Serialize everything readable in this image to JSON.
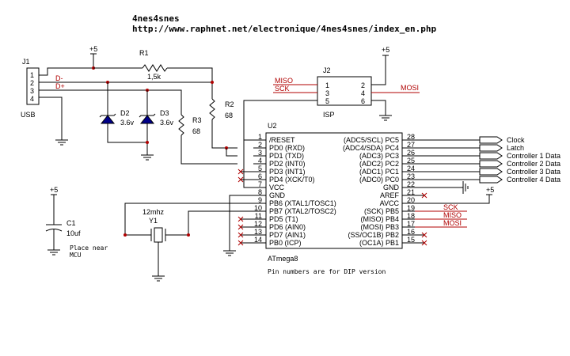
{
  "title": "4nes4snes",
  "url": "http://www.raphnet.net/electronique/4nes4snes/index_en.php",
  "supply_label": "+5",
  "j1": {
    "ref": "J1",
    "name": "USB",
    "pins": [
      "1",
      "2",
      "3",
      "4"
    ],
    "net_dminus": "D-",
    "net_dplus": "D+"
  },
  "r1": {
    "ref": "R1",
    "value": "1,5k"
  },
  "r2": {
    "ref": "R2",
    "value": "68"
  },
  "r3": {
    "ref": "R3",
    "value": "68"
  },
  "d2": {
    "ref": "D2",
    "value": "3.6v"
  },
  "d3": {
    "ref": "D3",
    "value": "3.6v"
  },
  "j2": {
    "ref": "J2",
    "name": "ISP",
    "pins": [
      "1",
      "2",
      "3",
      "4",
      "5",
      "6"
    ],
    "miso": "MISO",
    "sck": "SCK",
    "mosi": "MOSI"
  },
  "c1": {
    "ref": "C1",
    "value": "10uf",
    "note1": "Place near",
    "note2": "MCU"
  },
  "y1": {
    "ref": "Y1",
    "value": "12mhz"
  },
  "u2": {
    "ref": "U2",
    "name": "ATmega8",
    "note": "Pin numbers are for DIP version",
    "left": [
      {
        "num": "1",
        "label": "/RESET"
      },
      {
        "num": "2",
        "label": "PD0 (RXD)"
      },
      {
        "num": "3",
        "label": "PD1 (TXD)"
      },
      {
        "num": "4",
        "label": "PD2 (INT0)"
      },
      {
        "num": "5",
        "label": "PD3 (INT1)"
      },
      {
        "num": "6",
        "label": "PD4 (XCK/T0)"
      },
      {
        "num": "7",
        "label": "VCC"
      },
      {
        "num": "8",
        "label": "GND"
      },
      {
        "num": "9",
        "label": "PB6 (XTAL1/TOSC1)"
      },
      {
        "num": "10",
        "label": "PB7 (XTAL2/TOSC2)"
      },
      {
        "num": "11",
        "label": "PD5 (T1)"
      },
      {
        "num": "12",
        "label": "PD6 (AIN0)"
      },
      {
        "num": "13",
        "label": "PD7 (AIN1)"
      },
      {
        "num": "14",
        "label": "PB0 (ICP)"
      }
    ],
    "right": [
      {
        "num": "28",
        "label": "(ADC5/SCL) PC5"
      },
      {
        "num": "27",
        "label": "(ADC4/SDA) PC4"
      },
      {
        "num": "26",
        "label": "(ADC3) PC3"
      },
      {
        "num": "25",
        "label": "(ADC2) PC2"
      },
      {
        "num": "24",
        "label": "(ADC1) PC1"
      },
      {
        "num": "23",
        "label": "(ADC0) PC0"
      },
      {
        "num": "22",
        "label": "GND"
      },
      {
        "num": "21",
        "label": "AREF"
      },
      {
        "num": "20",
        "label": "AVCC"
      },
      {
        "num": "19",
        "label": "(SCK) PB5"
      },
      {
        "num": "18",
        "label": "(MISO) PB4"
      },
      {
        "num": "17",
        "label": "(MOSI) PB3"
      },
      {
        "num": "16",
        "label": "(SS/OC1B) PB2"
      },
      {
        "num": "15",
        "label": "(OC1A) PB1"
      }
    ]
  },
  "outputs": [
    "Clock",
    "Latch",
    "Controller 1 Data",
    "Controller 2 Data",
    "Controller 3 Data",
    "Controller 4 Data"
  ],
  "right_nets": {
    "sck": "SCK",
    "miso": "MISO",
    "mosi": "MOSI"
  }
}
